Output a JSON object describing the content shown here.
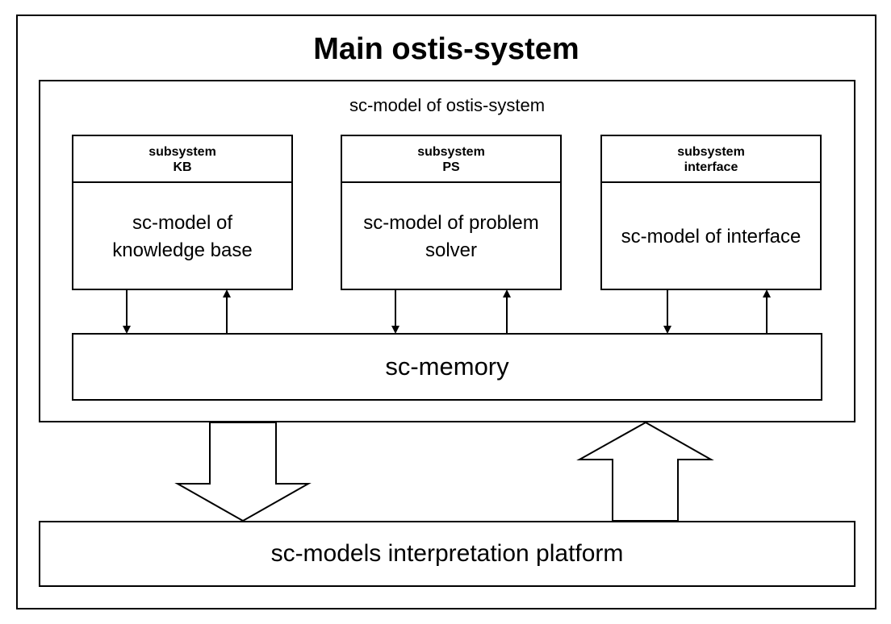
{
  "title": "Main ostis-system",
  "inner_label": "sc-model of ostis-system",
  "subsystems": [
    {
      "head": [
        "subsystem",
        "KB"
      ],
      "body": [
        "sc-model of",
        "knowledge base"
      ]
    },
    {
      "head": [
        "subsystem",
        "PS"
      ],
      "body": [
        "sc-model of problem",
        "solver"
      ]
    },
    {
      "head": [
        "subsystem",
        "interface"
      ],
      "body": [
        "sc-model of interface"
      ]
    }
  ],
  "memory": "sc-memory",
  "platform": "sc-models interpretation platform"
}
